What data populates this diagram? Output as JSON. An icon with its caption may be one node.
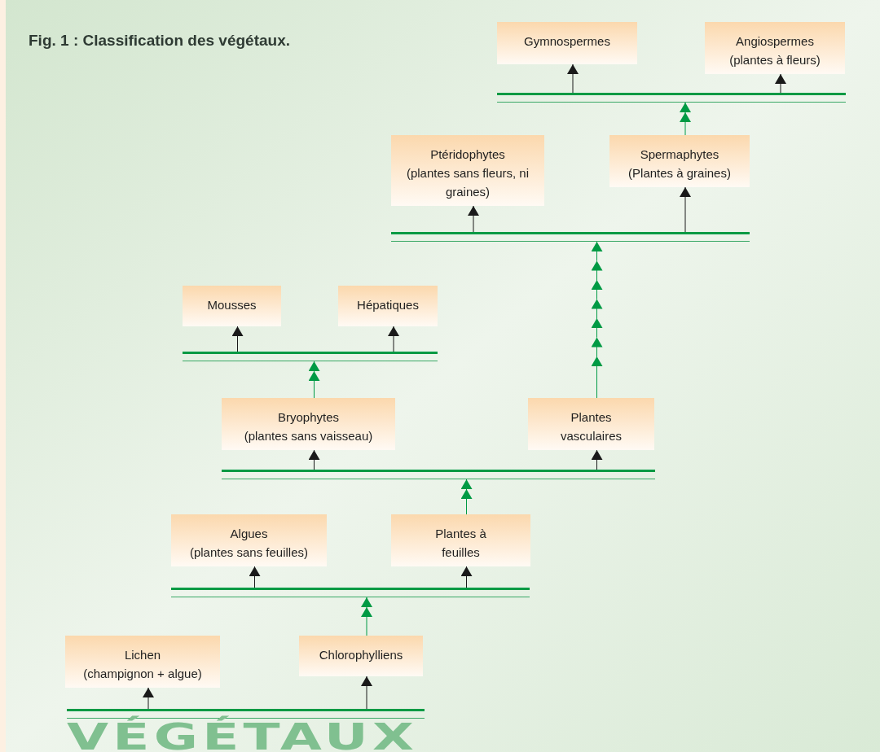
{
  "diagram": {
    "title": "Fig. 1 : Classification des végétaux.",
    "nodes": [
      {
        "text": [
          "Gymnospermes"
        ]
      },
      {
        "text": [
          "Angiospermes",
          "(plantes à fleurs)"
        ]
      },
      {
        "text": [],
        "shape": "bar"
      },
      {
        "text": [
          "Ptéridophytes",
          "(plantes sans fleurs, ni graines)"
        ]
      },
      {
        "text": [
          "Spermaphytes",
          "(Plantes à graines)"
        ]
      },
      {
        "text": [],
        "shape": "bar"
      },
      {
        "text": [
          "Mousses"
        ]
      },
      {
        "text": [
          "Hépatiques"
        ]
      },
      {
        "text": [],
        "shape": "bar"
      },
      {
        "text": [
          "Bryophytes",
          "(plantes sans vaisseau)"
        ]
      },
      {
        "text": [
          "Plantes vasculaires"
        ]
      },
      {
        "text": [],
        "shape": "bar"
      },
      {
        "text": [
          "Algues",
          "(plantes sans feuilles)"
        ]
      },
      {
        "text": [
          "Plantes à feuilles"
        ]
      },
      {
        "text": [],
        "shape": "bar"
      },
      {
        "text": [
          "Lichen",
          "(champignon + algue)"
        ]
      },
      {
        "text": [
          "Chlorophylliens"
        ]
      },
      {
        "text": [],
        "shape": "bar"
      }
    ],
    "edges": [
      {
        "from": 2,
        "to": 0,
        "arrow": "to"
      },
      {
        "from": 2,
        "to": 1,
        "arrow": "to"
      },
      {
        "from": 4,
        "to": 2,
        "arrow": "to",
        "color": "#009a44"
      },
      {
        "from": 5,
        "to": 3,
        "arrow": "to"
      },
      {
        "from": 5,
        "to": 4,
        "arrow": "to"
      },
      {
        "from": 10,
        "to": 5,
        "arrow": "to",
        "color": "#009a44"
      },
      {
        "from": 8,
        "to": 6,
        "arrow": "to"
      },
      {
        "from": 8,
        "to": 7,
        "arrow": "to"
      },
      {
        "from": 9,
        "to": 8,
        "arrow": "to",
        "color": "#009a44"
      },
      {
        "from": 11,
        "to": 9,
        "arrow": "to"
      },
      {
        "from": 11,
        "to": 10,
        "arrow": "to"
      },
      {
        "from": 13,
        "to": 11,
        "arrow": "to",
        "color": "#009a44"
      },
      {
        "from": 14,
        "to": 12,
        "arrow": "to"
      },
      {
        "from": 14,
        "to": 13,
        "arrow": "to"
      },
      {
        "from": 16,
        "to": 14,
        "arrow": "to",
        "color": "#009a44"
      },
      {
        "from": 17,
        "to": 15,
        "arrow": "to"
      },
      {
        "from": 17,
        "to": 16,
        "arrow": "to"
      }
    ],
    "labels": [
      "VÉGÉTAUX"
    ]
  }
}
